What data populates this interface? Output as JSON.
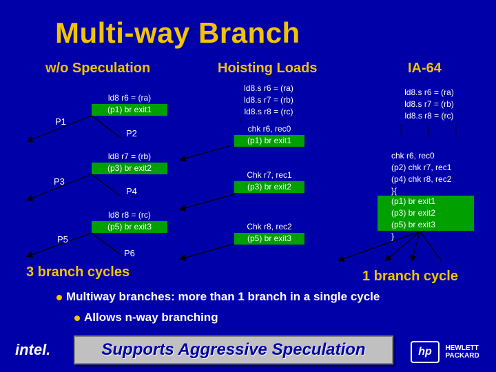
{
  "title": "Multi-way Branch",
  "col1": {
    "heading": "w/o Speculation",
    "block1": [
      "ld8 r6 = (ra)",
      "(p1) br exit1"
    ],
    "block2": [
      "ld8 r7 = (rb)",
      "(p3) br exit2"
    ],
    "block3": [
      "ld8 r8 = (rc)",
      "(p5) br exit3"
    ],
    "labels": {
      "p1": "P1",
      "p2": "P2",
      "p3": "P3",
      "p4": "P4",
      "p5": "P5",
      "p6": "P6"
    },
    "footer": "3 branch cycles"
  },
  "col2": {
    "heading": "Hoisting Loads",
    "loads": [
      "ld8.s r6 = (ra)",
      "ld8.s r7 = (rb)",
      "ld8.s r8 = (rc)"
    ],
    "chk1": [
      "chk r6, rec0",
      "(p1) br exit1"
    ],
    "chk2": [
      "Chk r7, rec1",
      "(p3) br exit2"
    ],
    "chk3": [
      "Chk r8, rec2",
      "(p5) br exit3"
    ]
  },
  "col3": {
    "heading": "IA-64",
    "loads": [
      "ld8.s r6 = (ra)",
      "ld8.s r7 = (rb)",
      "ld8.s r8 = (rc)"
    ],
    "checks": [
      "chk r6, rec0",
      "(p2) chk r7, rec1",
      "(p4) chk r8, rec2",
      "}{"
    ],
    "branches": [
      "(p1) br exit1",
      "(p3) br exit2",
      "(p5) br exit3"
    ],
    "close": "}",
    "footer": "1 branch cycle"
  },
  "bullets": {
    "b1": "Multiway branches: more than 1 branch in a single cycle",
    "b2": "Allows n-way branching"
  },
  "banner": "Supports Aggressive Speculation",
  "logos": {
    "intel": "intel.",
    "hp_line1": "HEWLETT",
    "hp_line2": "PACKARD",
    "hp_mark": "hp"
  },
  "colors": {
    "background": "#0000a8",
    "title": "#f0c400",
    "green": "#00a000",
    "banner": "#c0c0c0"
  }
}
